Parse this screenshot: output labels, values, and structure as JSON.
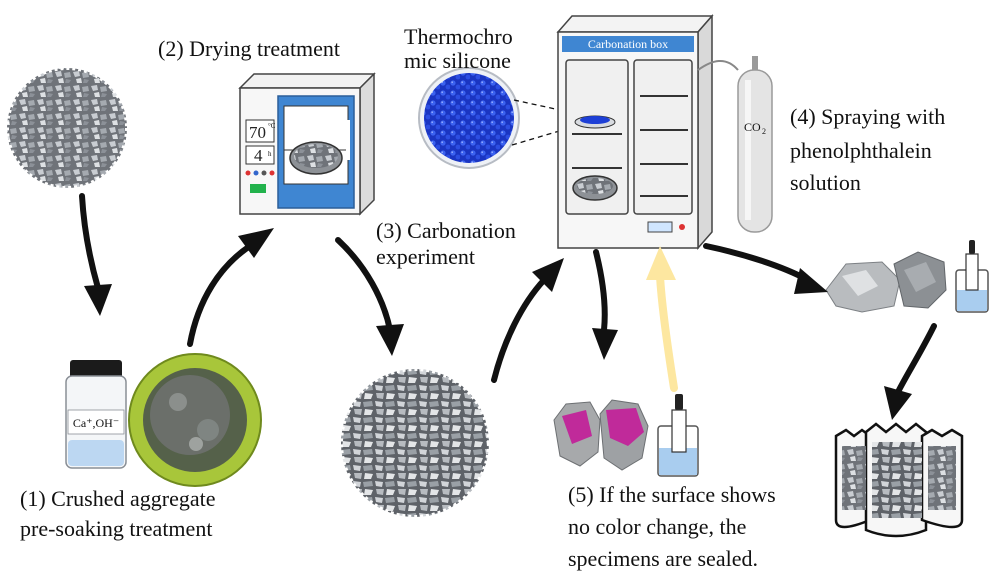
{
  "labels": {
    "step1_line1": "(1) Crushed aggregate",
    "step1_line2": "pre-soaking treatment",
    "step2": "(2) Drying treatment",
    "step3_line1": "(3) Carbonation",
    "step3_line2": "experiment",
    "step4_line1": "(4) Spraying with",
    "step4_line2": "phenolphthalein",
    "step4_line3": "solution",
    "step5_line1": "(5) If the surface shows",
    "step5_line2": "no color change, the",
    "step5_line3": "specimens are sealed.",
    "silicone_line1": "Thermochro",
    "silicone_line2": "mic silicone",
    "carbonation_box": "Carbonation box",
    "co2_main": "CO",
    "co2_sub": "2",
    "jar_label": "Ca⁺,OH⁻",
    "oven_temp": "70",
    "oven_temp_unit": "°C",
    "oven_time": "4",
    "oven_time_unit": "h"
  },
  "colors": {
    "arrow": "#111111",
    "arrow_highlight": "#fde7a0",
    "oven_door": "#3f86d2",
    "box_header": "#3f86d2",
    "silicone_blue": "#1d3fd6",
    "stain_purple": "#c02a9a",
    "bowl_green": "#a8c63a",
    "cylinder": "#e4e4e4"
  }
}
